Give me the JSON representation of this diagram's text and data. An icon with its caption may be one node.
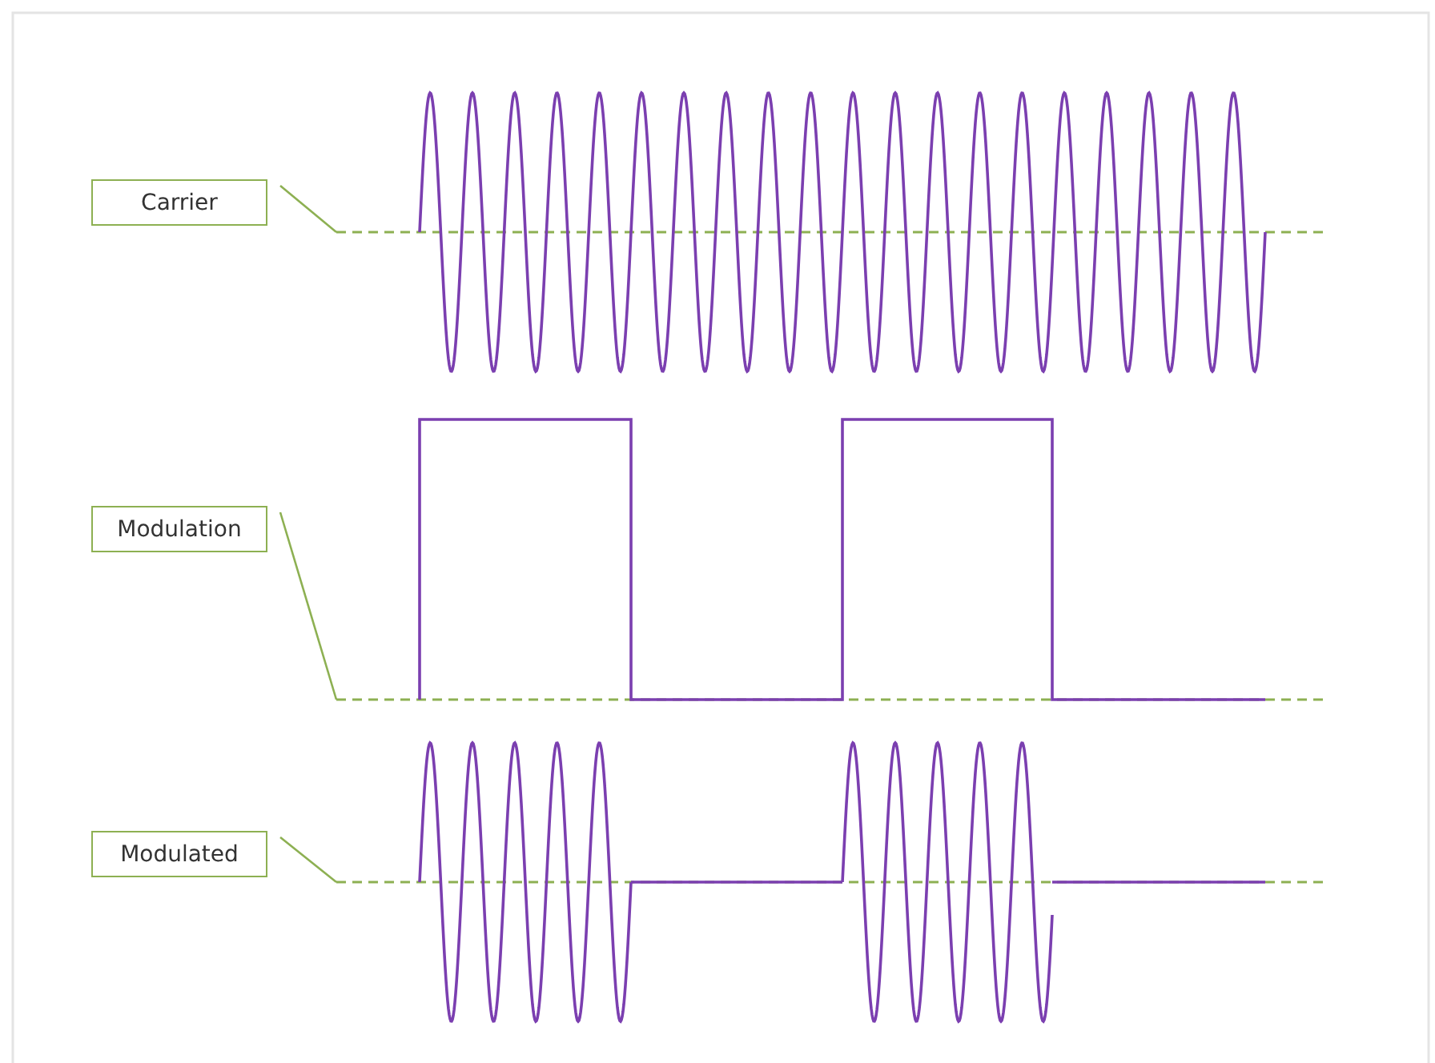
{
  "diagram": {
    "nodes": [
      {
        "text": [
          "Carrier"
        ]
      },
      {
        "text": [],
        "shape": "waveform"
      },
      {
        "text": [
          "Modulation"
        ]
      },
      {
        "text": [],
        "shape": "waveform"
      },
      {
        "text": [
          "Modulated"
        ]
      },
      {
        "text": [],
        "shape": "waveform"
      }
    ],
    "edges": [
      {
        "from": 0,
        "to": 1,
        "arrow": "none"
      },
      {
        "from": 2,
        "to": 3,
        "arrow": "none"
      },
      {
        "from": 4,
        "to": 5,
        "arrow": "none"
      }
    ]
  }
}
